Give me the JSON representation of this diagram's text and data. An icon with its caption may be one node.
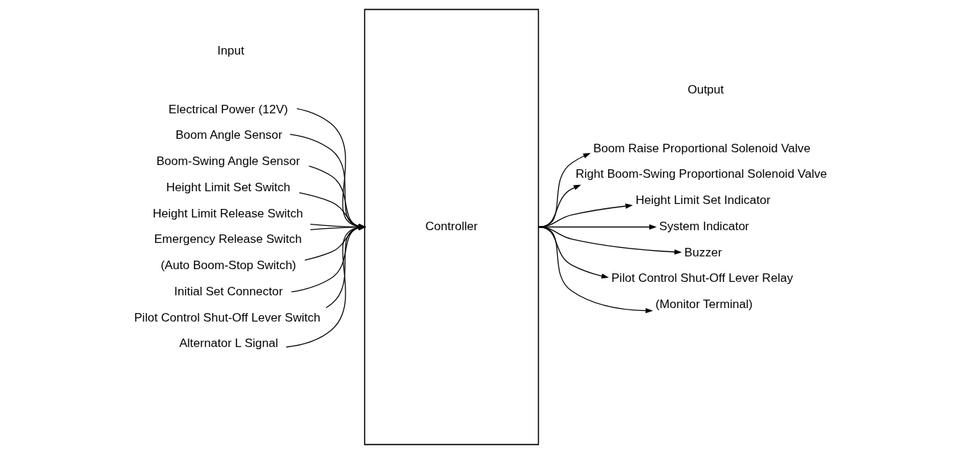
{
  "diagram": {
    "nodes": [
      {
        "text": [
          "Electrical Power (12V)"
        ]
      },
      {
        "text": [
          "Boom Angle Sensor"
        ]
      },
      {
        "text": [
          "Boom-Swing Angle Sensor"
        ]
      },
      {
        "text": [
          "Height Limit Set Switch"
        ]
      },
      {
        "text": [
          "Height Limit Release Switch"
        ]
      },
      {
        "text": [
          "Emergency Release Switch"
        ]
      },
      {
        "text": [
          "(Auto Boom-Stop Switch)"
        ]
      },
      {
        "text": [
          "Initial Set Connector"
        ]
      },
      {
        "text": [
          "Pilot Control Shut-Off Lever Switch"
        ]
      },
      {
        "text": [
          "Alternator L Signal"
        ]
      },
      {
        "text": [
          "Controller"
        ]
      },
      {
        "text": [
          "Boom Raise Proportional Solenoid Valve"
        ]
      },
      {
        "text": [
          "Right Boom-Swing Proportional Solenoid Valve"
        ]
      },
      {
        "text": [
          "Height Limit Set Indicator"
        ]
      },
      {
        "text": [
          "System Indicator"
        ]
      },
      {
        "text": [
          "Buzzer"
        ]
      },
      {
        "text": [
          "Pilot Control Shut-Off Lever Relay"
        ]
      },
      {
        "text": [
          "(Monitor Terminal)"
        ]
      }
    ],
    "edges": [
      {
        "from": 0,
        "to": 10,
        "arrow": "to"
      },
      {
        "from": 1,
        "to": 10,
        "arrow": "to"
      },
      {
        "from": 2,
        "to": 10,
        "arrow": "to"
      },
      {
        "from": 3,
        "to": 10,
        "arrow": "to"
      },
      {
        "from": 4,
        "to": 10,
        "arrow": "to"
      },
      {
        "from": 5,
        "to": 10,
        "arrow": "to"
      },
      {
        "from": 6,
        "to": 10,
        "arrow": "to"
      },
      {
        "from": 7,
        "to": 10,
        "arrow": "to"
      },
      {
        "from": 8,
        "to": 10,
        "arrow": "to"
      },
      {
        "from": 9,
        "to": 10,
        "arrow": "to"
      },
      {
        "from": 10,
        "to": 11,
        "arrow": "to"
      },
      {
        "from": 10,
        "to": 12,
        "arrow": "to"
      },
      {
        "from": 10,
        "to": 13,
        "arrow": "to"
      },
      {
        "from": 10,
        "to": 14,
        "arrow": "to"
      },
      {
        "from": 10,
        "to": 15,
        "arrow": "to"
      },
      {
        "from": 10,
        "to": 16,
        "arrow": "to"
      },
      {
        "from": 10,
        "to": 17,
        "arrow": "to"
      }
    ],
    "labels": [
      "Input",
      "Output"
    ]
  }
}
